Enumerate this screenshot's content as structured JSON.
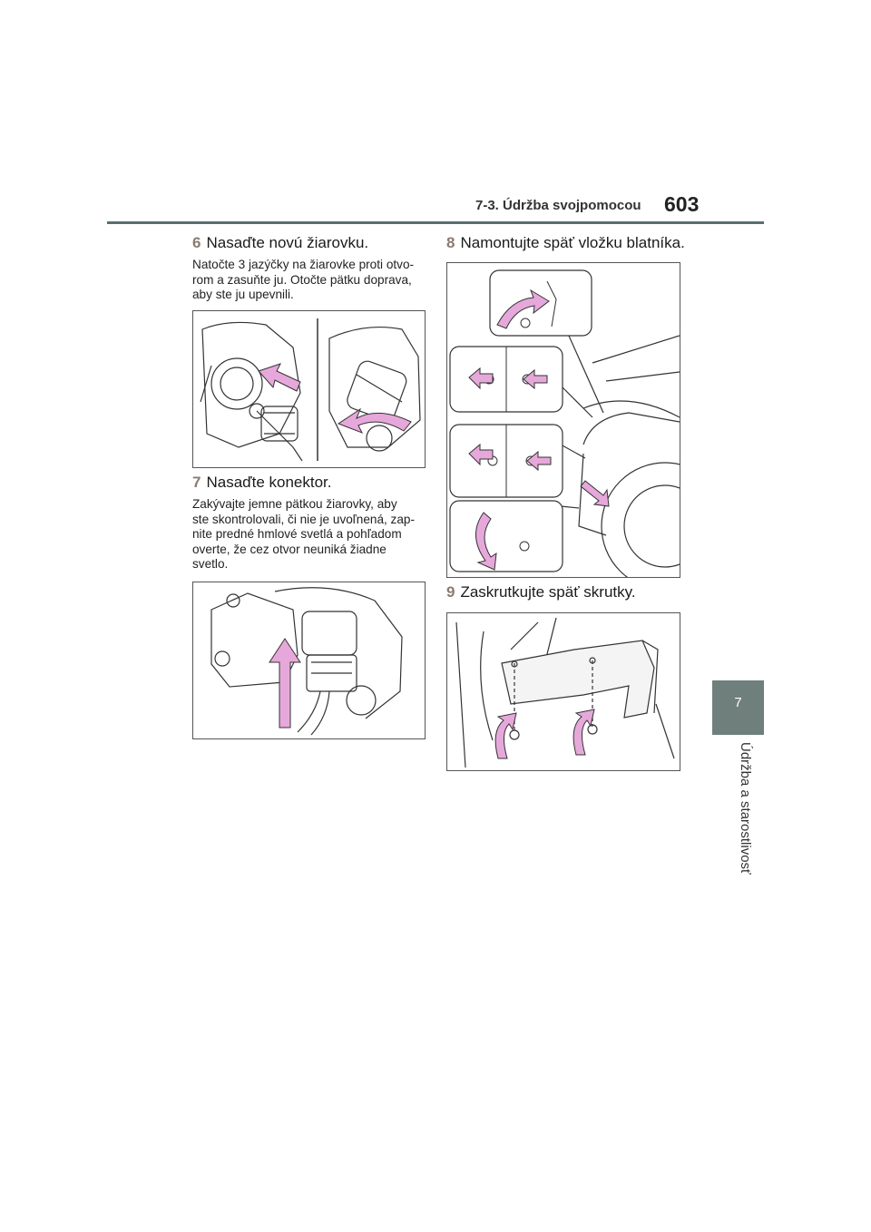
{
  "header": {
    "section": "7-3. Údržba svojpomocou",
    "page_number": "603"
  },
  "side_tab": {
    "chapter_number": "7",
    "chapter_title": "Údržba a starostlivosť"
  },
  "steps": [
    {
      "number": "6",
      "title": "Nasaďte novú žiarovku.",
      "lines": [
        "Natočte 3 jazýčky na žiarovke proti otvo-",
        "rom a zasuňte ju. Otočte pätku doprava,",
        "aby ste ju upevnili."
      ]
    },
    {
      "number": "7",
      "title": "Nasaďte konektor.",
      "lines": [
        "Zakývajte jemne pätkou žiarovky, aby",
        "ste skontrolovali, či nie je uvoľnená, zap-",
        "nite predné hmlové svetlá a pohľadom",
        "overte, že cez otvor neuniká žiadne",
        "svetlo."
      ]
    },
    {
      "number": "8",
      "title": "Namontujte späť vložku blatníka."
    },
    {
      "number": "9",
      "title": "Zaskrutkujte späť skrutky."
    }
  ],
  "colors": {
    "arrow": "#e6a8da",
    "arrow_stroke": "#333333",
    "tab": "#6f7f7c",
    "rule": "#5a6e6e",
    "step_number": "#8b7a70"
  }
}
